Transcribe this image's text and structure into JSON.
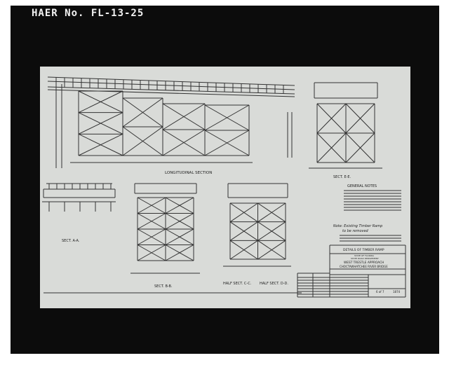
{
  "header": {
    "label": "HAER No. FL-13-25"
  },
  "drawing": {
    "longitudinal_section": "LONGITUDINAL SECTION",
    "sect_aa": "SECT. A-A.",
    "sect_bb": "SECT. B-B.",
    "half_sect_cc": "HALF SECT. C-C.",
    "half_sect_dd": "HALF SECT. D-D.",
    "sect_ee": "SECT. E-E.",
    "general_notes": "GENERAL NOTES",
    "note_line1": "Note: Existing Timber Ramp",
    "note_line2": "to be removed",
    "title_block": {
      "details": "DETAILS OF TIMBER RAMP",
      "state": "STATE OF FLORIDA",
      "dept": "STATE ROAD DEPARTMENT",
      "project": "WEST TRESTLE APPROACH",
      "bridge": "CHOCTAWHATCHEE RIVER BRIDGE",
      "sheet": "6 of 7",
      "number": "1874"
    }
  },
  "colors": {
    "frame": "#0c0c0c",
    "paper": "#d9dbd8",
    "ink": "#222222"
  }
}
